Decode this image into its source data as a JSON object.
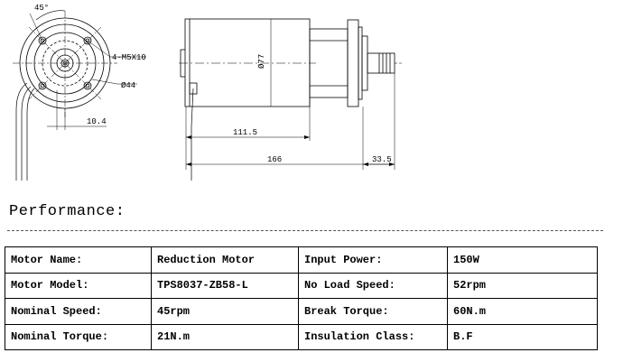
{
  "drawing": {
    "angle_label": "45°",
    "holes_label": "4-M5X10",
    "bolt_circle_label": "Ø44",
    "body_diameter_label": "Ø77",
    "front_offset_label": "10.4",
    "body_length_label": "111.5",
    "total_length_label": "166",
    "shaft_length_label": "33.5"
  },
  "heading": "Performance:",
  "performance": {
    "rows": [
      [
        {
          "label": "Motor Name:",
          "value": "Reduction Motor"
        },
        {
          "label": "Input Power:",
          "value": "150W"
        }
      ],
      [
        {
          "label": "Motor Model:",
          "value": "TPS8037-ZB58-L"
        },
        {
          "label": "No Load Speed:",
          "value": "52rpm"
        }
      ],
      [
        {
          "label": "Nominal Speed:",
          "value": "45rpm"
        },
        {
          "label": "Break Torque:",
          "value": "60N.m"
        }
      ],
      [
        {
          "label": "Nominal Torque:",
          "value": "21N.m"
        },
        {
          "label": "Insulation Class:",
          "value": "B.F"
        }
      ]
    ]
  }
}
